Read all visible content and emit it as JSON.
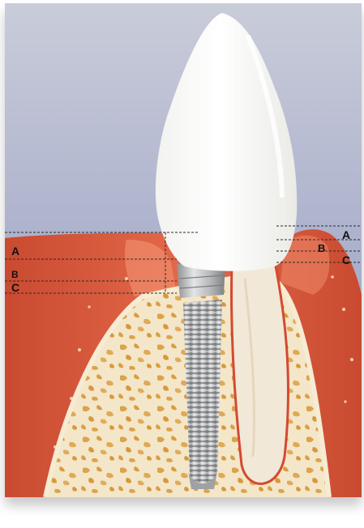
{
  "labels": {
    "left": {
      "a": "A",
      "b": "B",
      "c": "C"
    },
    "right": {
      "a": "A",
      "b": "B",
      "c": "C"
    }
  },
  "colors": {
    "background_top": "#c7cad8",
    "background_bottom": "#8f96bd",
    "gum": "#d8533a",
    "gum_light": "#ef8a6a",
    "bone": "#f3e3c4",
    "bone_spots": "#d9a348",
    "crown": "#fbfbfa",
    "implant": "#b9bbbd",
    "guide_lines": "#2a2a2a"
  },
  "icons": {
    "crown": "tooth-crown",
    "implant": "dental-implant-screw"
  }
}
